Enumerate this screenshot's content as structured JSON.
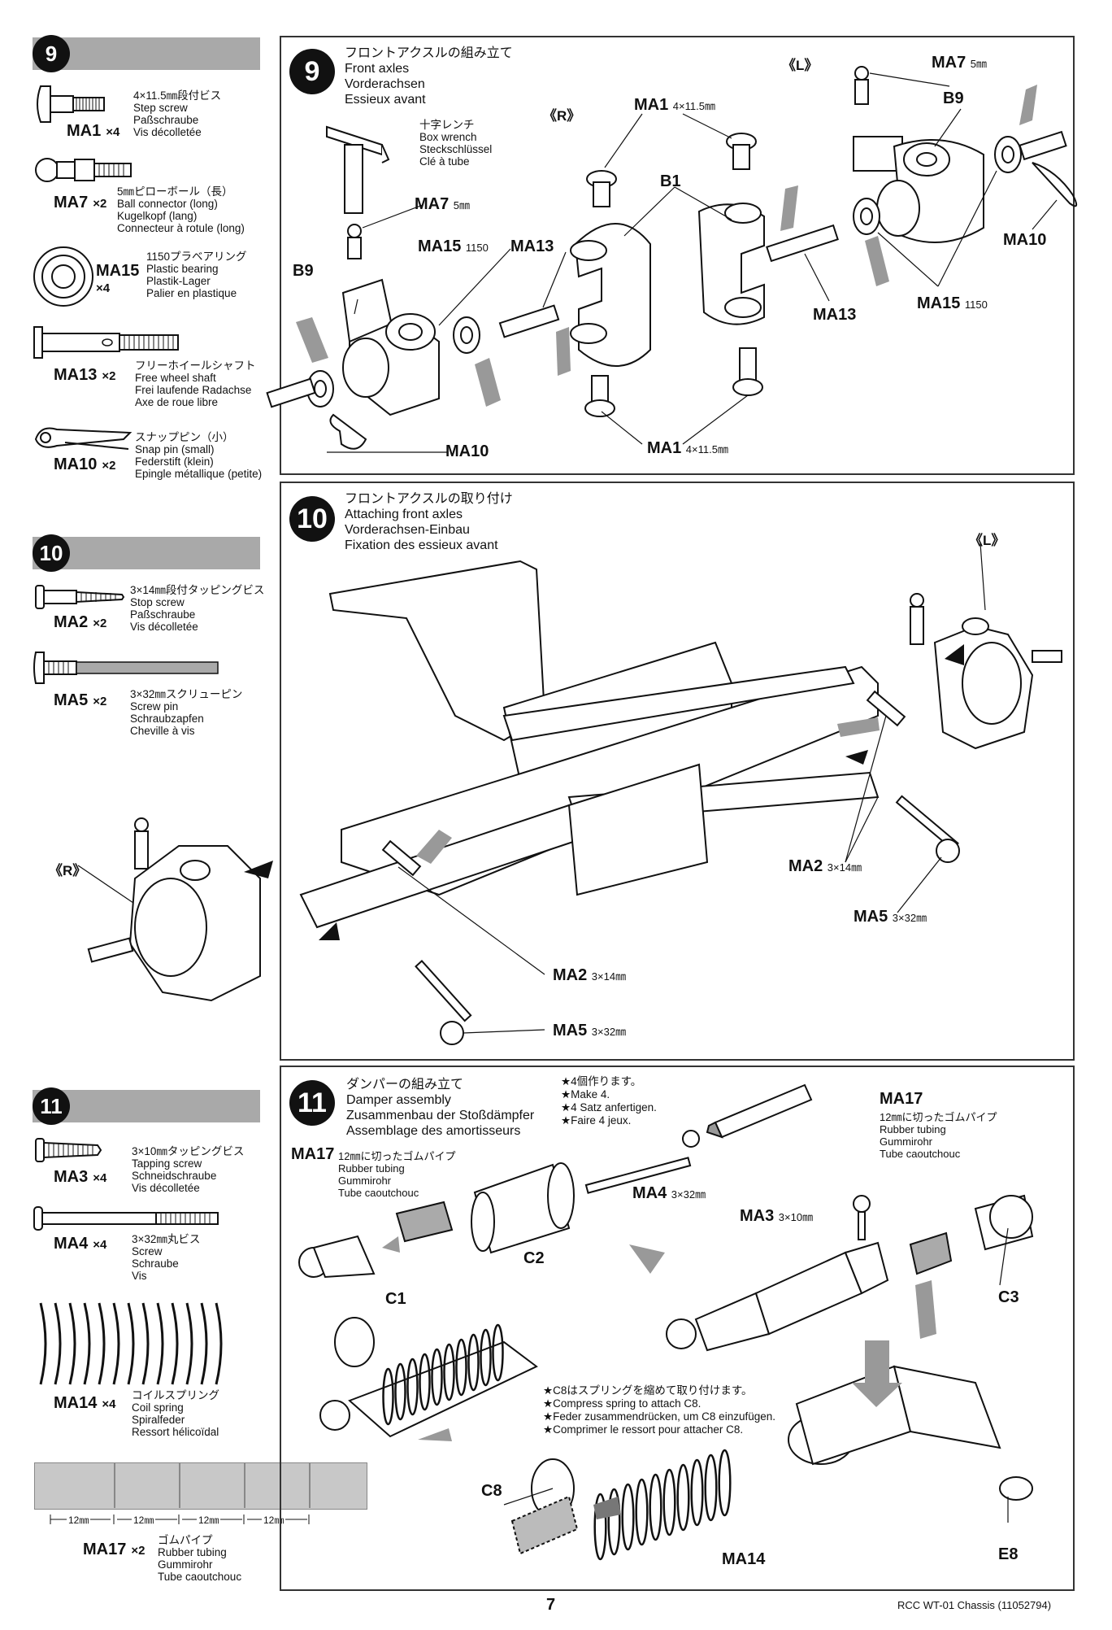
{
  "sidebar": {
    "step9": {
      "number": "9",
      "parts": [
        {
          "code": "MA1",
          "qty": "×4",
          "desc": "4×11.5㎜段付ビス\nStep screw\nPaßschraube\nVis décolletée"
        },
        {
          "code": "MA7",
          "qty": "×2",
          "desc": "5㎜ピローボール（長）\nBall connector (long)\nKugelkopf (lang)\nConnecteur à rotule (long)"
        },
        {
          "code": "MA15",
          "qty": "×4",
          "desc": "1150プラベアリング\nPlastic bearing\nPlastik-Lager\nPalier en plastique"
        },
        {
          "code": "MA13",
          "qty": "×2",
          "desc": "フリーホイールシャフト\nFree wheel shaft\nFrei laufende Radachse\nAxe de roue libre"
        },
        {
          "code": "MA10",
          "qty": "×2",
          "desc": "スナップピン（小）\nSnap pin (small)\nFederstift (klein)\nEpingle métallique (petite)"
        }
      ]
    },
    "step10": {
      "number": "10",
      "parts": [
        {
          "code": "MA2",
          "qty": "×2",
          "desc": "3×14㎜段付タッピングビス\nStop screw\nPaßschraube\nVis décolletée"
        },
        {
          "code": "MA5",
          "qty": "×2",
          "desc": "3×32㎜スクリューピン\nScrew pin\nSchraubzapfen\nCheville à vis"
        }
      ]
    },
    "step11": {
      "number": "11",
      "parts": [
        {
          "code": "MA3",
          "qty": "×4",
          "desc": "3×10㎜タッピングビス\nTapping screw\nSchneidschraube\nVis décolletée"
        },
        {
          "code": "MA4",
          "qty": "×4",
          "desc": "3×32㎜丸ビス\nScrew\nSchraube\nVis"
        },
        {
          "code": "MA14",
          "qty": "×4",
          "desc": "コイルスプリング\nCoil spring\nSpiralfeder\nRessort hélicoïdal"
        },
        {
          "code": "MA17",
          "qty": "×2",
          "desc": "ゴムパイプ\nRubber tubing\nGummirohr\nTube caoutchouc"
        }
      ],
      "tube_marks": [
        "12㎜",
        "12㎜",
        "12㎜",
        "12㎜"
      ]
    }
  },
  "panel9": {
    "number": "9",
    "title": "フロントアクスルの組み立て\nFront axles\nVorderachsen\nEssieux avant",
    "wrench": "十字レンチ\nBox wrench\nSteckschlüssel\nClé à tube",
    "labels": {
      "R": "《R》",
      "L": "《L》",
      "ma7_left": "MA7",
      "ma7_right": "MA7",
      "ma7_size": "5㎜",
      "ma15_left": "MA15",
      "ma15_right": "MA15",
      "ma15_size": "1150",
      "ma13_left": "MA13",
      "ma13_right": "MA13",
      "ma1_top": "MA1",
      "ma1_bottom": "MA1",
      "ma1_size": "4×11.5㎜",
      "b9_left": "B9",
      "b9_right": "B9",
      "b1": "B1",
      "ma10_left": "MA10",
      "ma10_right": "MA10"
    }
  },
  "panel10": {
    "number": "10",
    "title": "フロントアクスルの取り付け\nAttaching front axles\nVorderachsen-Einbau\nFixation des essieux avant",
    "labels": {
      "L": "《L》",
      "R": "《R》",
      "ma2_right": "MA2",
      "ma2_left": "MA2",
      "ma2_size": "3×14㎜",
      "ma5_right": "MA5",
      "ma5_left": "MA5",
      "ma5_size": "3×32㎜"
    }
  },
  "panel11": {
    "number": "11",
    "title": "ダンパーの組み立て\nDamper assembly\nZusammenbau der Stoßdämpfer\nAssemblage des amortisseurs",
    "make4": "★4個作ります。\n★Make 4.\n★4 Satz anfertigen.\n★Faire 4 jeux.",
    "c8_note": "★C8はスプリングを縮めて取り付けます。\n★Compress spring to attach C8.\n★Feder zusammendrücken, um C8 einzufügen.\n★Comprimer le ressort pour attacher C8.",
    "ma17_left": "MA17",
    "ma17_left_desc": "12㎜に切ったゴムパイプ\nRubber tubing\nGummirohr\nTube caoutchouc",
    "ma17_right": "MA17",
    "ma17_right_desc": "12㎜に切ったゴムパイプ\nRubber tubing\nGummirohr\nTube caoutchouc",
    "labels": {
      "ma4": "MA4",
      "ma4_size": "3×32㎜",
      "ma3": "MA3",
      "ma3_size": "3×10㎜",
      "c1": "C1",
      "c2": "C2",
      "c3": "C3",
      "c8": "C8",
      "e8": "E8",
      "ma14": "MA14"
    }
  },
  "footer": {
    "page_number": "7",
    "doc_title": "RCC WT-01 Chassis (11052794)"
  }
}
